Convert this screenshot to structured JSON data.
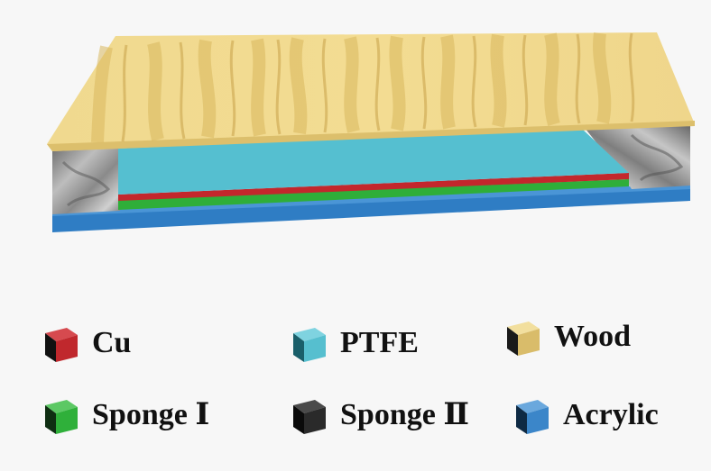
{
  "legend": {
    "items": [
      {
        "id": "cu",
        "label": "Cu",
        "color": "#c0282d"
      },
      {
        "id": "ptfe",
        "label": "PTFE",
        "color": "#56bfcf"
      },
      {
        "id": "wood",
        "label": "Wood",
        "color": "#e9cf80"
      },
      {
        "id": "sponge1",
        "label": "Sponge Ⅰ",
        "color": "#2fb03a"
      },
      {
        "id": "sponge2",
        "label": "Sponge Ⅱ",
        "color": "#2a2a2a"
      },
      {
        "id": "acrylic",
        "label": "Acrylic",
        "color": "#3b86c9"
      }
    ]
  },
  "layers_top_to_bottom": [
    "Wood",
    "PTFE",
    "Cu",
    "Sponge Ⅰ",
    "Acrylic"
  ],
  "side_supports": "Sponge Ⅱ"
}
